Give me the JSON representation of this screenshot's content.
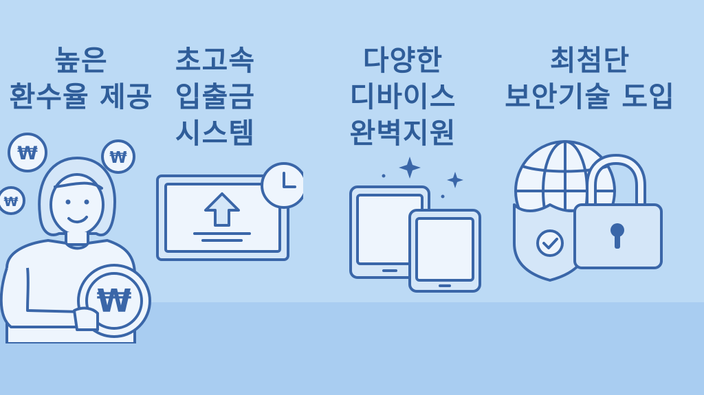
{
  "features": [
    {
      "title_lines": [
        "높은",
        "환수율 제공"
      ],
      "illustration_icon": "person-holding-won-coin-icon"
    },
    {
      "title_lines": [
        "초고속",
        "입출금",
        "시스템"
      ],
      "illustration_icon": "upload-screen-clock-icon"
    },
    {
      "title_lines": [
        "다양한",
        "디바이스",
        "완벽지원"
      ],
      "illustration_icon": "tablet-devices-icon"
    },
    {
      "title_lines": [
        "최첨단",
        "보안기술 도입"
      ],
      "illustration_icon": "globe-shield-padlock-icon"
    }
  ],
  "coin_symbol": "₩",
  "colors": {
    "background": "#bcdaf5",
    "floor": "#a9cdf1",
    "ink": "#3a66a8",
    "title": "#2f5d99"
  }
}
